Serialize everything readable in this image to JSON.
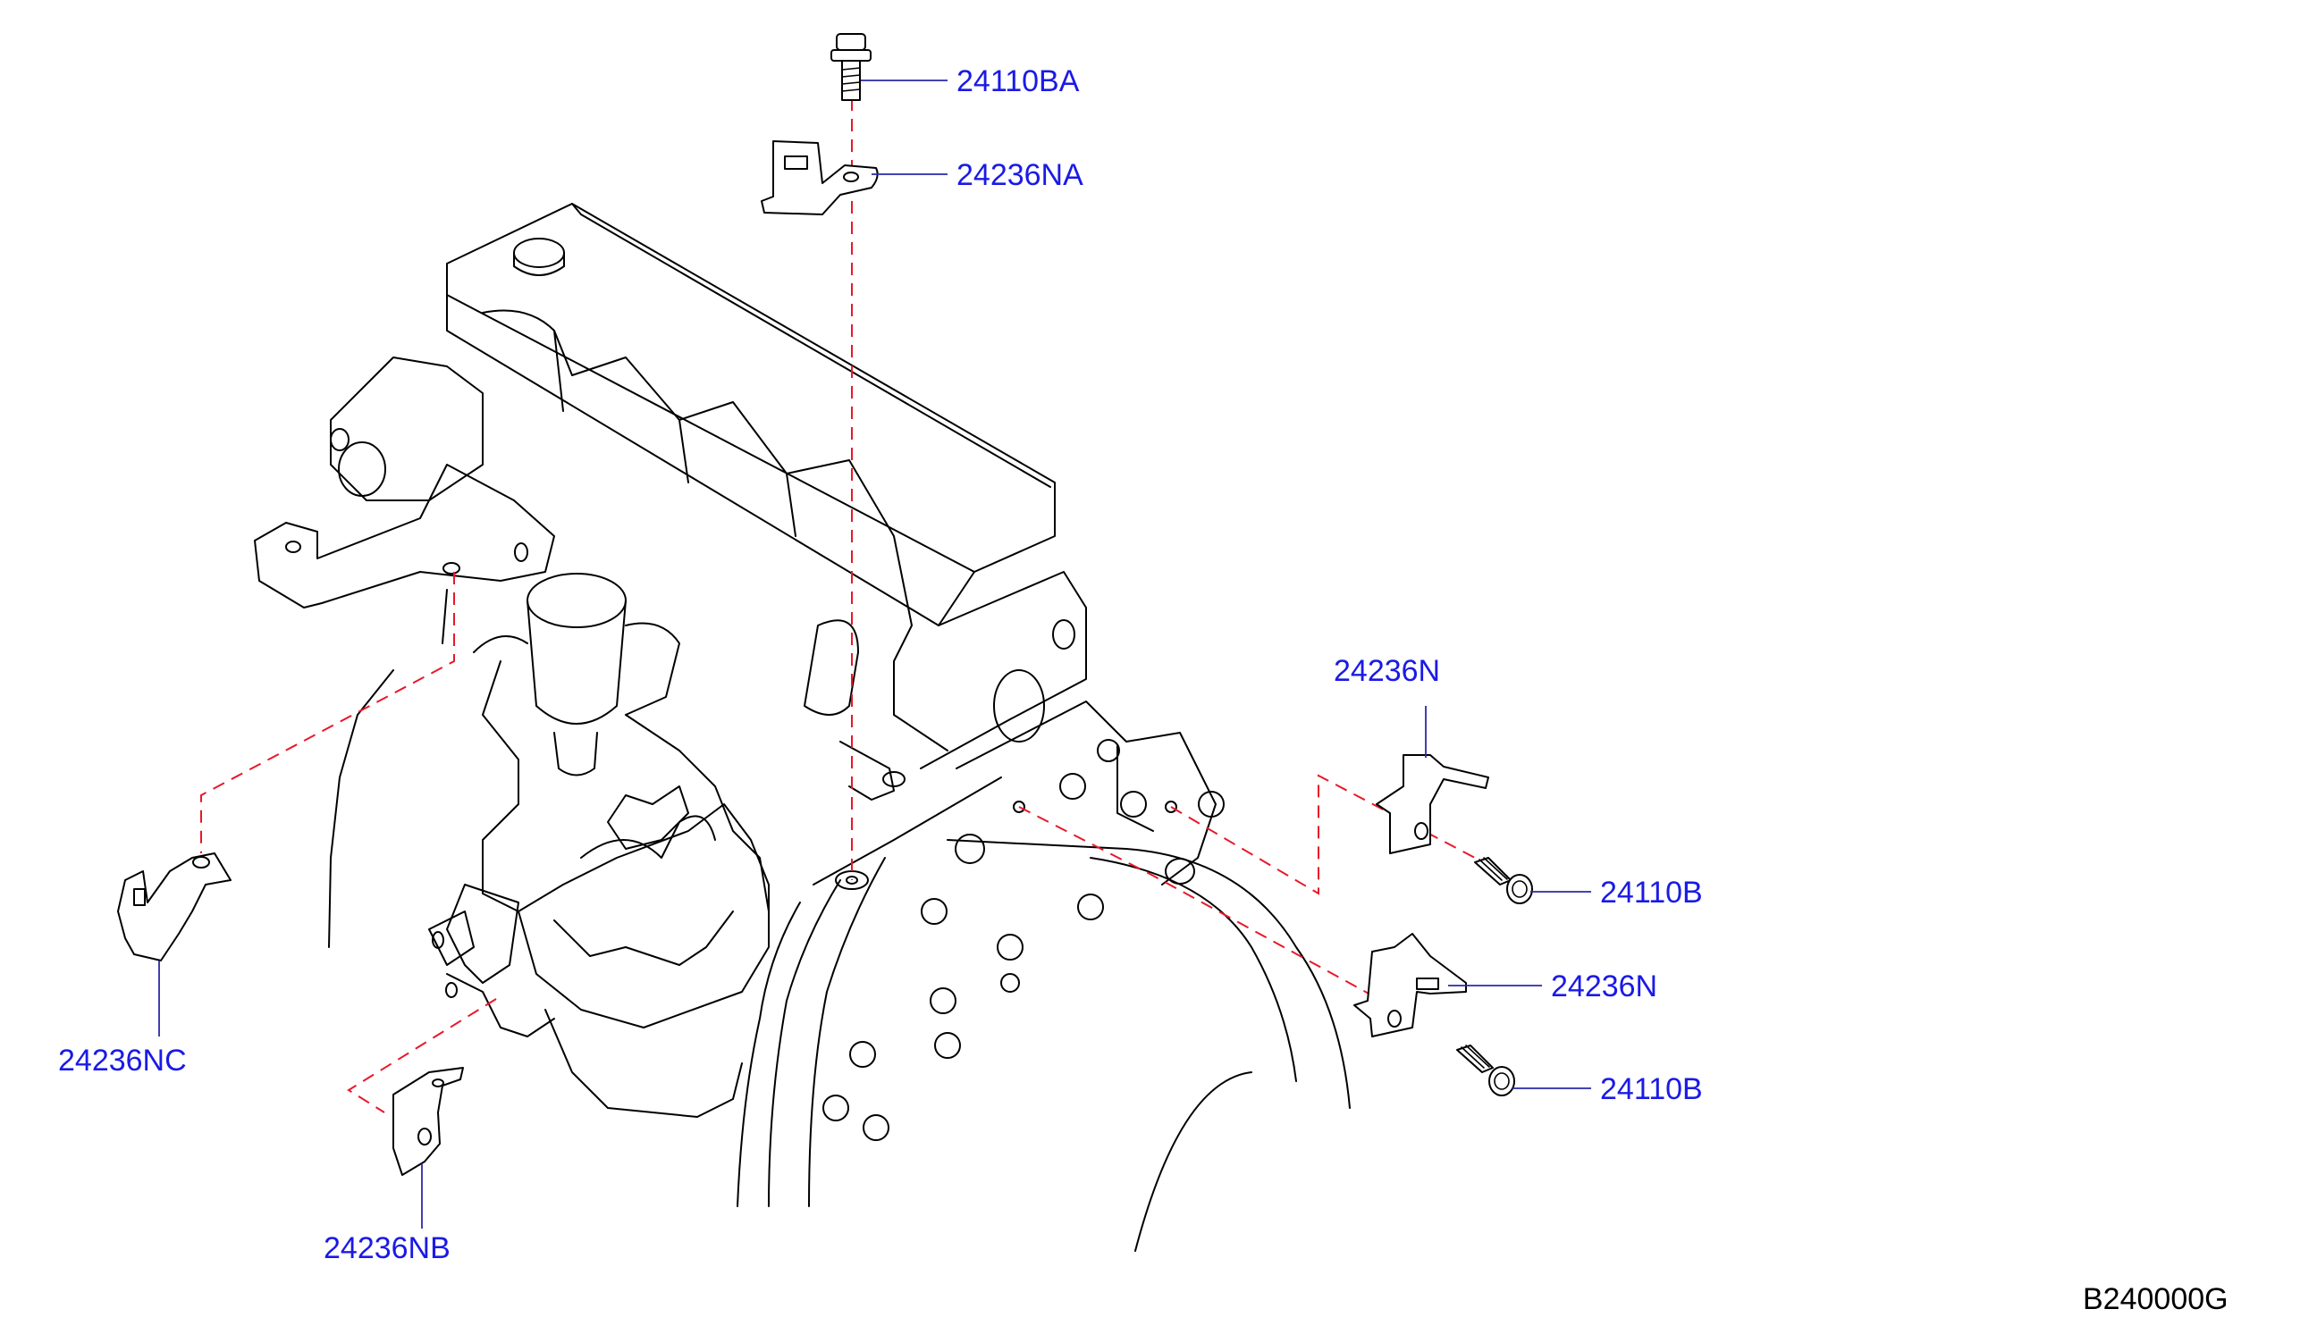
{
  "diagram": {
    "labels": {
      "bolt_top": "24110BA",
      "bracket_top": "24236NA",
      "bracket_right_upper": "24236N",
      "bolt_right_upper": "24110B",
      "bracket_right_lower": "24236N",
      "bolt_right_lower": "24110B",
      "bracket_left": "24236NC",
      "bracket_bottom_left": "24236NB"
    },
    "figure_code": "B240000G"
  },
  "colors": {
    "label": "#1a1ae6",
    "leader_line": "#2a2aa8",
    "dashed_line": "#e8182a",
    "drawing": "#000000"
  }
}
